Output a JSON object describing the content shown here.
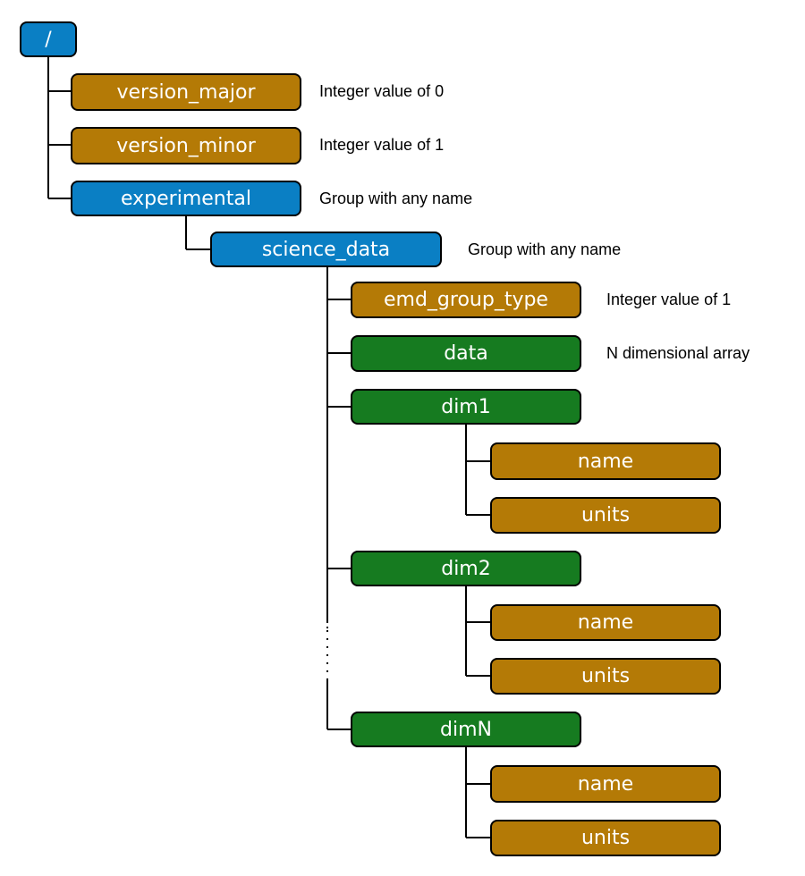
{
  "colors": {
    "group": "#0a7fc4",
    "attribute": "#b47a06",
    "dataset": "#167b20"
  },
  "tree": {
    "root": {
      "label": "/",
      "kind": "group"
    },
    "version_major": {
      "label": "version_major",
      "kind": "attribute",
      "desc": "Integer value of 0"
    },
    "version_minor": {
      "label": "version_minor",
      "kind": "attribute",
      "desc": "Integer value of 1"
    },
    "experimental": {
      "label": "experimental",
      "kind": "group",
      "desc": "Group with any name"
    },
    "science_data": {
      "label": "science_data",
      "kind": "group",
      "desc": "Group with any name"
    },
    "emd_group_type": {
      "label": "emd_group_type",
      "kind": "attribute",
      "desc": "Integer value of 1"
    },
    "data": {
      "label": "data",
      "kind": "dataset",
      "desc": "N dimensional array"
    },
    "dim1": {
      "label": "dim1",
      "kind": "dataset",
      "name": "name",
      "units": "units"
    },
    "dim2": {
      "label": "dim2",
      "kind": "dataset",
      "name": "name",
      "units": "units"
    },
    "dimN": {
      "label": "dimN",
      "kind": "dataset",
      "name": "name",
      "units": "units"
    }
  }
}
